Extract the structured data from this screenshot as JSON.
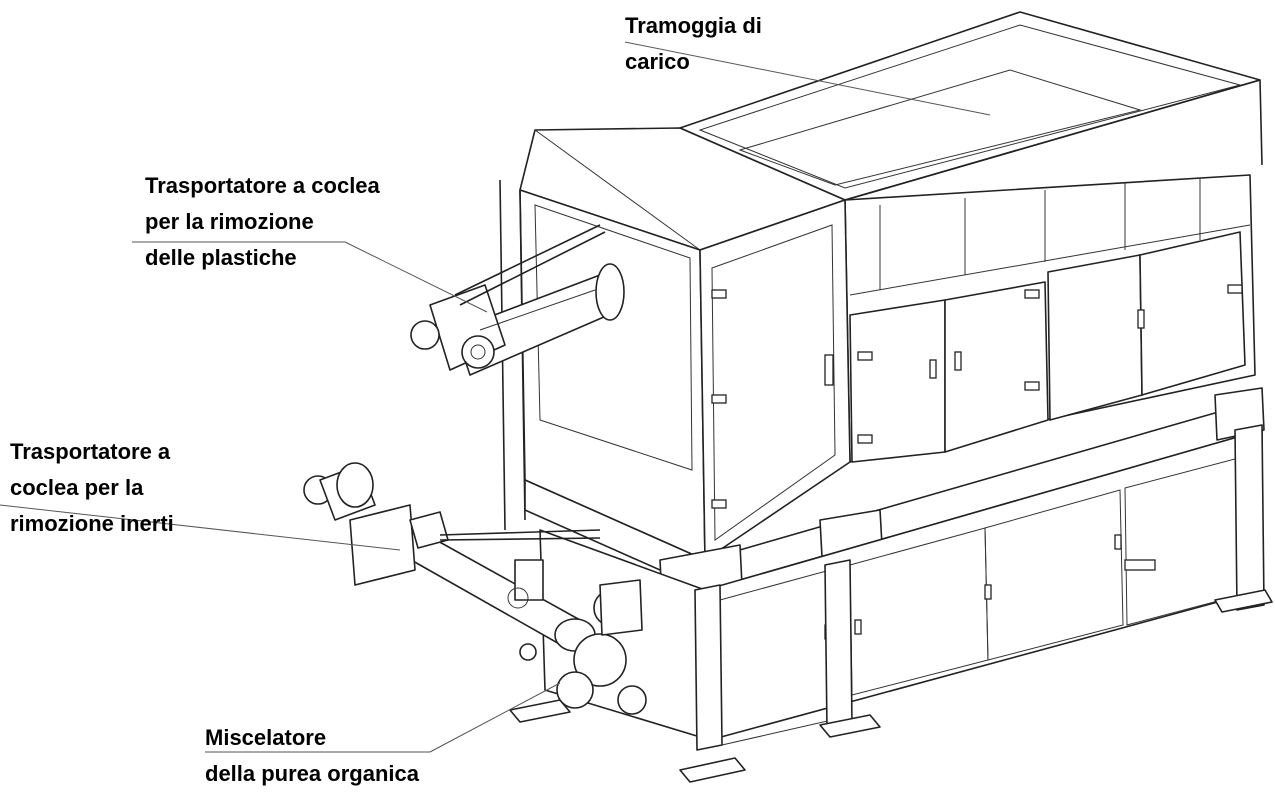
{
  "labels": {
    "hopper": {
      "line1": "Tramoggia di",
      "line2": "carico"
    },
    "plastics": {
      "line1": "Trasportatore a coclea",
      "line2": "per la rimozione",
      "line3": "delle plastiche"
    },
    "inerts": {
      "line1": "Trasportatore a",
      "line2": "coclea per la",
      "line3": "rimozione inerti"
    },
    "mixer": {
      "line1": "Miscelatore",
      "line2": "della purea organica"
    }
  }
}
